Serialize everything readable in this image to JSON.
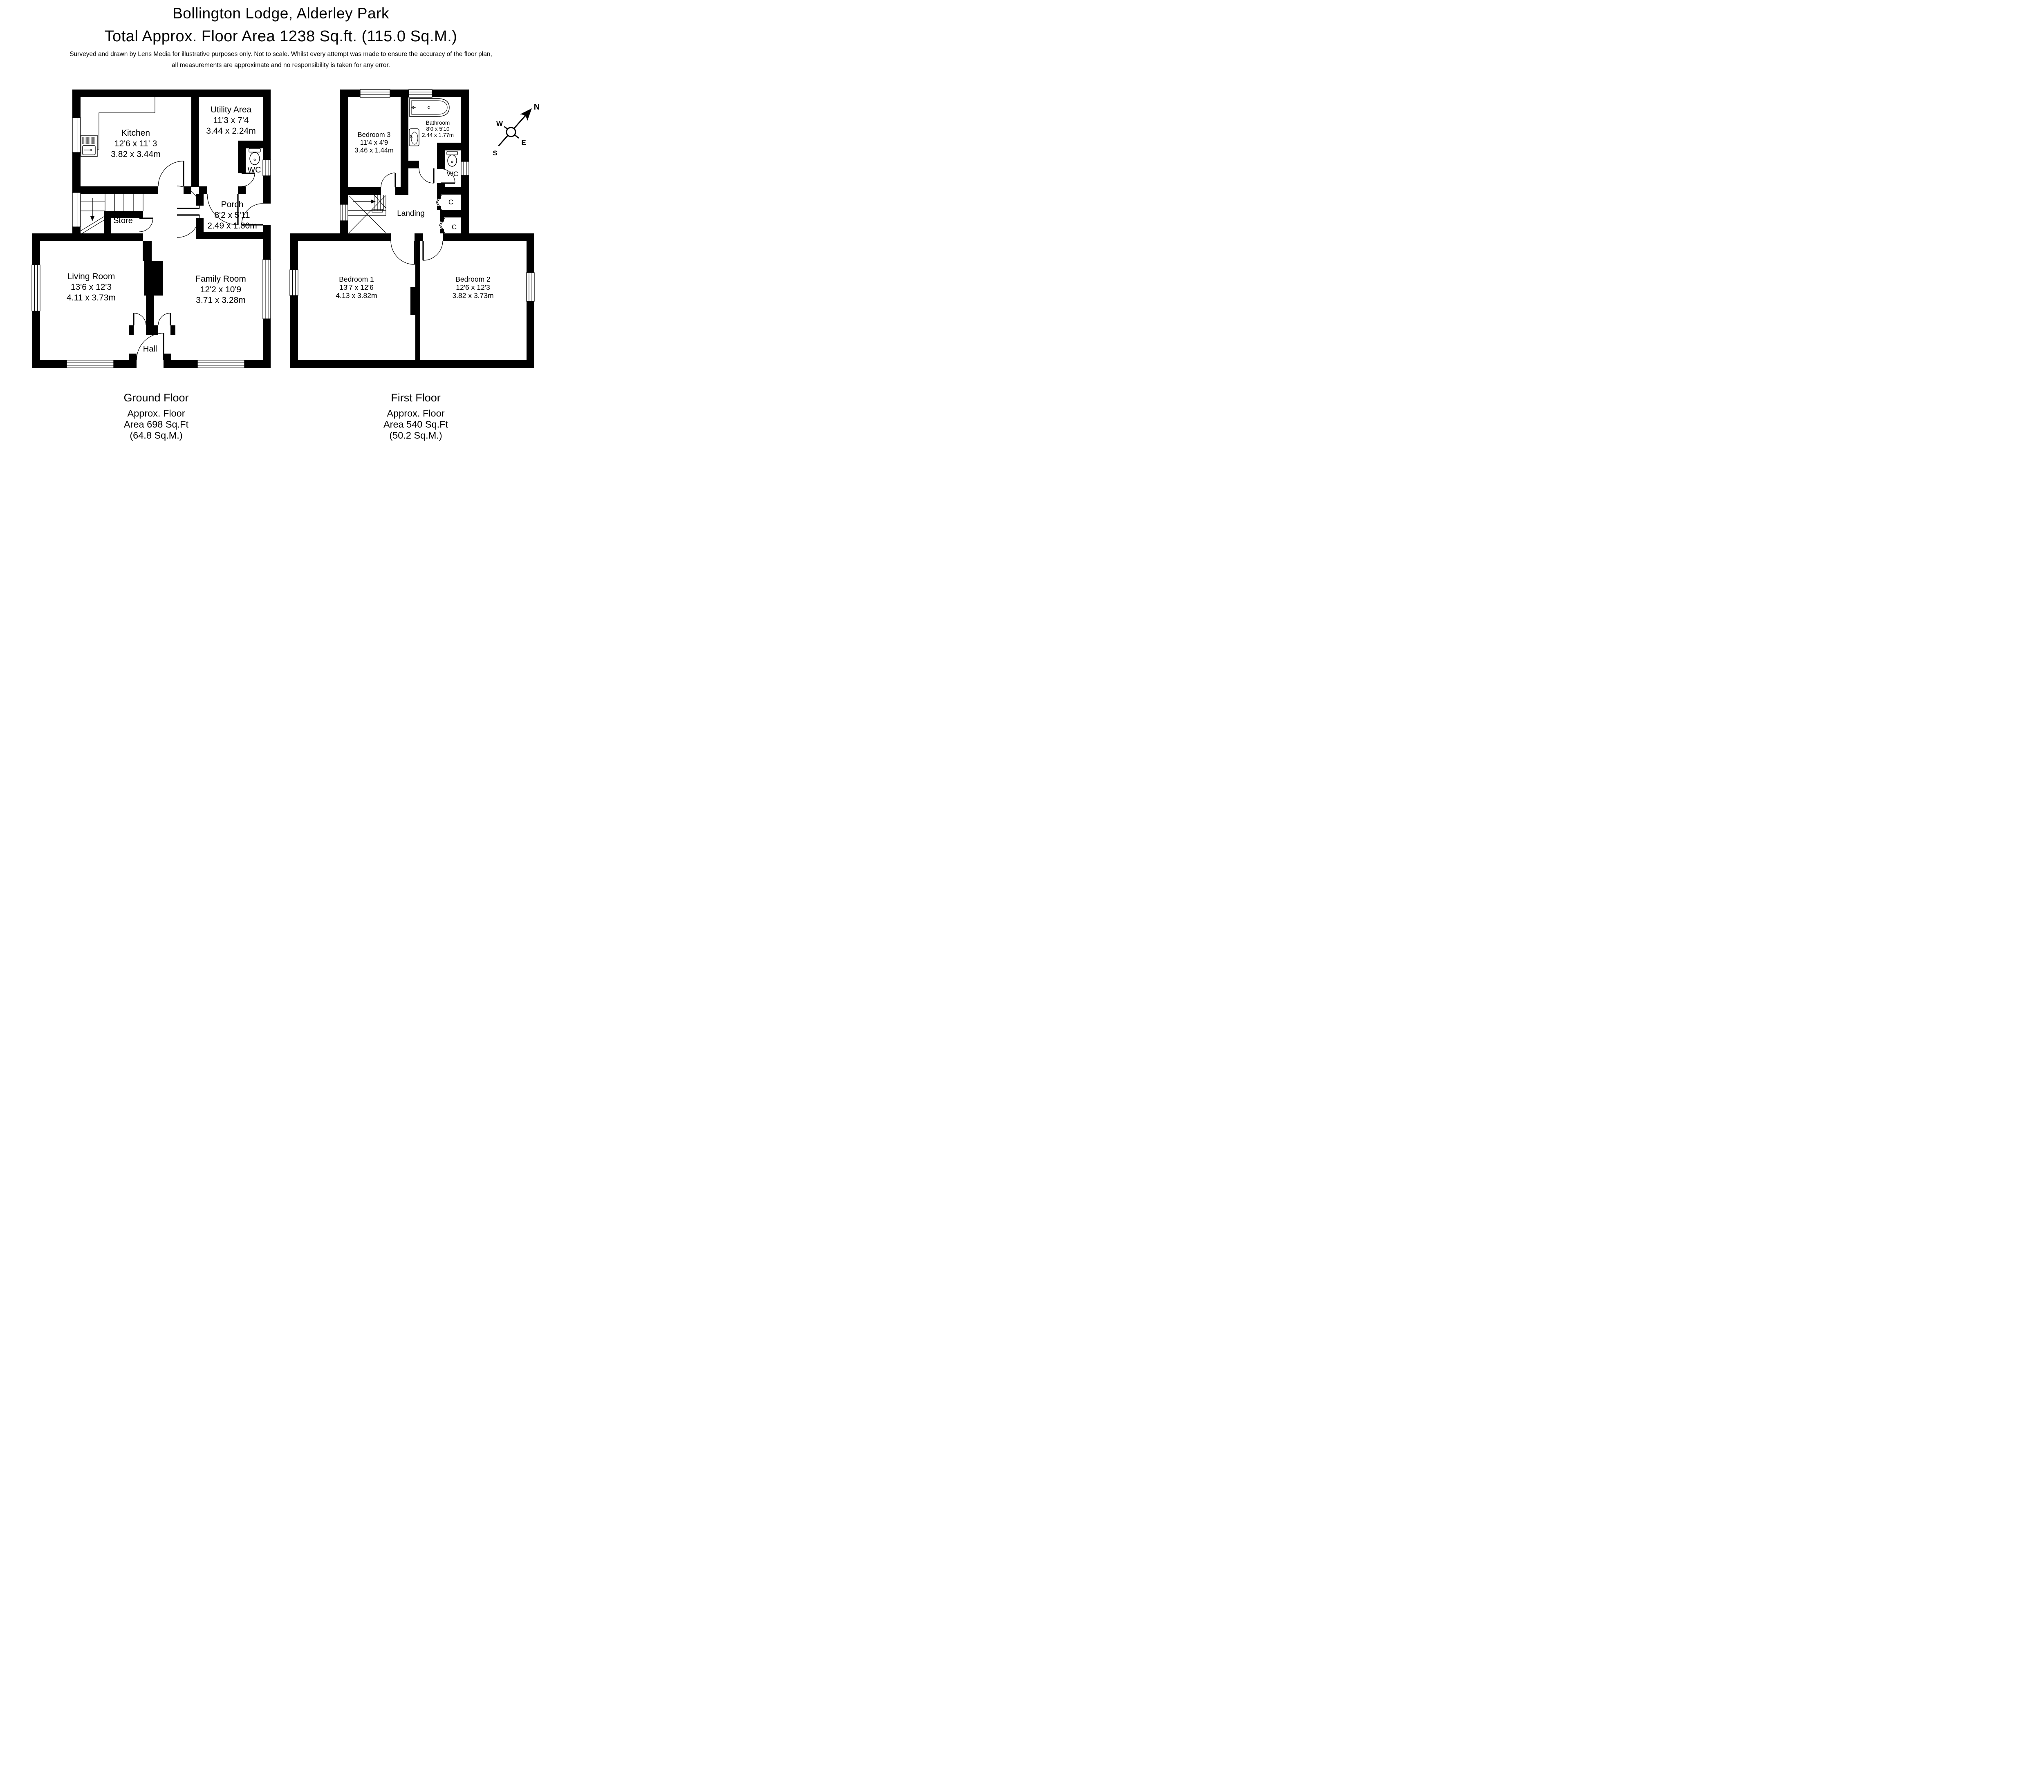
{
  "header": {
    "title_line1": "Bollington Lodge, Alderley Park",
    "title_line2": "Total Approx. Floor Area 1238 Sq.ft. (115.0 Sq.M.)",
    "disclaimer_line1": "Surveyed and drawn by Lens Media for illustrative purposes only. Not to scale. Whilst every attempt was made to ensure the accuracy of the floor plan,",
    "disclaimer_line2": "all measurements are approximate and no responsibility is taken for any error."
  },
  "ground_floor": {
    "caption": "Ground Floor",
    "area_lines": [
      "Approx. Floor",
      "Area 698 Sq.Ft",
      "(64.8 Sq.M.)"
    ],
    "rooms": {
      "kitchen": {
        "name": "Kitchen",
        "dim_ft": "12'6 x 11' 3",
        "dim_m": "3.82 x 3.44m"
      },
      "utility": {
        "name": "Utility Area",
        "dim_ft": "11'3 x 7'4",
        "dim_m": "3.44 x 2.24m"
      },
      "wc": {
        "name": "WC"
      },
      "porch": {
        "name": "Porch",
        "dim_ft": "8'2 x 5'11",
        "dim_m": "2.49 x 1.80m"
      },
      "store": {
        "name": "Store"
      },
      "living_room": {
        "name": "Living Room",
        "dim_ft": "13'6 x 12'3",
        "dim_m": "4.11 x 3.73m"
      },
      "family_room": {
        "name": "Family Room",
        "dim_ft": "12'2 x 10'9",
        "dim_m": "3.71 x 3.28m"
      },
      "hall": {
        "name": "Hall"
      }
    }
  },
  "first_floor": {
    "caption": "First Floor",
    "area_lines": [
      "Approx. Floor",
      "Area 540 Sq.Ft",
      "(50.2 Sq.M.)"
    ],
    "rooms": {
      "bedroom1": {
        "name": "Bedroom 1",
        "dim_ft": "13'7 x 12'6",
        "dim_m": "4.13 x 3.82m"
      },
      "bedroom2": {
        "name": "Bedroom 2",
        "dim_ft": "12'6 x 12'3",
        "dim_m": "3.82 x 3.73m"
      },
      "bedroom3": {
        "name": "Bedroom 3",
        "dim_ft": "11'4 x 4'9",
        "dim_m": "3.46 x 1.44m"
      },
      "bathroom": {
        "name": "Bathroom",
        "dim_ft": "8'0 x 5'10",
        "dim_m": "2.44 x 1.77m"
      },
      "wc": {
        "name": "WC"
      },
      "landing": {
        "name": "Landing"
      },
      "closet1": {
        "name": "C"
      },
      "closet2": {
        "name": "C"
      }
    }
  },
  "compass": {
    "north": "N",
    "east": "E",
    "south": "S",
    "west": "W"
  },
  "colors": {
    "wall": "#000000",
    "background": "#ffffff",
    "line": "#000000"
  }
}
